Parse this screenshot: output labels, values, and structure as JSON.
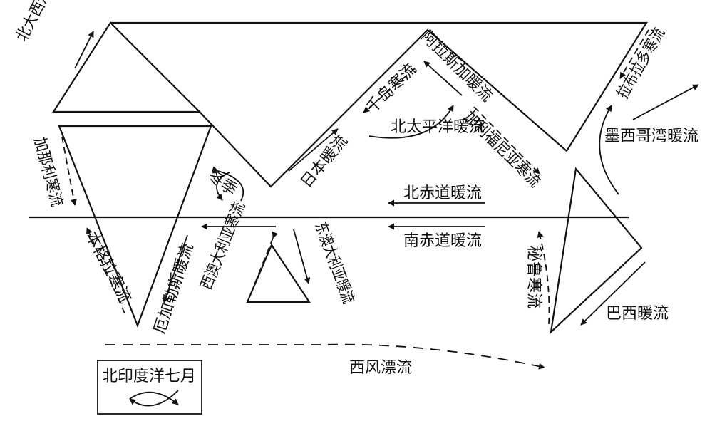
{
  "currents": {
    "north_atlantic_drift": "北大西洋暖流",
    "canary": "加那利寒流",
    "benguela": "本格拉寒流",
    "agulhas": "厄加勒斯暖流",
    "monsoon_winter": "冬季",
    "west_australia": "西澳大利亚寒流",
    "east_australia": "东澳大利亚暖流",
    "kuroshio": "日本暖流",
    "oyashio": "千岛寒流",
    "north_pacific": "北太平洋暖流",
    "alaska": "阿拉斯加暖流",
    "california": "加利福尼亚寒流",
    "north_equatorial": "北赤道暖流",
    "south_equatorial": "南赤道暖流",
    "labrador": "拉布拉多寒流",
    "gulf_stream": "墨西哥湾暖流",
    "peru": "秘鲁寒流",
    "brazil": "巴西暖流",
    "west_wind_drift": "西风漂流"
  },
  "legend": {
    "north_indian_july": "北印度洋七月"
  }
}
